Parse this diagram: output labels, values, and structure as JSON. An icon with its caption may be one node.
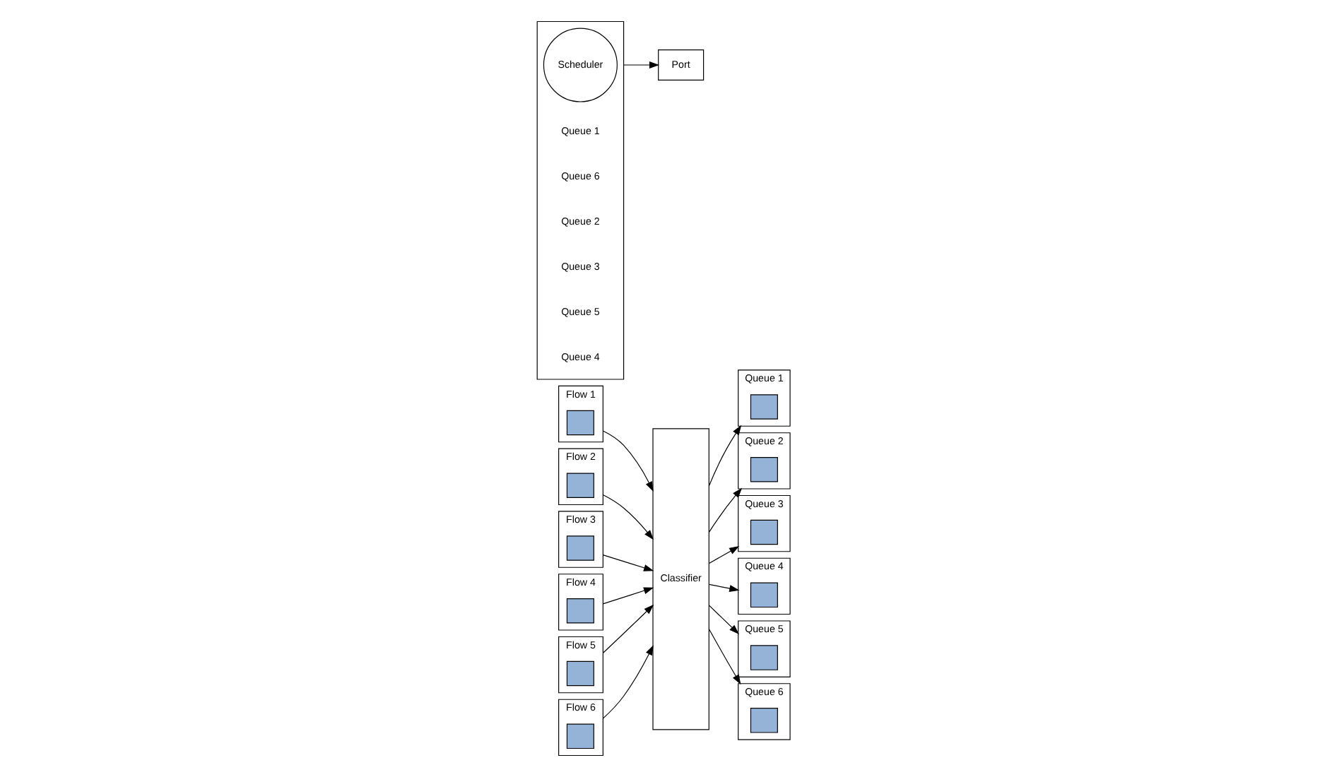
{
  "diagram": {
    "nodes": [
      {
        "text": [
          "Flow 1"
        ]
      },
      {
        "text": [],
        "shape": "box",
        "in": 0
      },
      {
        "text": [
          "Flow 2"
        ]
      },
      {
        "text": [],
        "shape": "box",
        "in": 2
      },
      {
        "text": [
          "Flow 3"
        ]
      },
      {
        "text": [],
        "shape": "box",
        "in": 4
      },
      {
        "text": [
          "Flow 4"
        ]
      },
      {
        "text": [],
        "shape": "box",
        "in": 6
      },
      {
        "text": [
          "Flow 5"
        ]
      },
      {
        "text": [],
        "shape": "box",
        "in": 8
      },
      {
        "text": [
          "Flow 6"
        ]
      },
      {
        "text": [],
        "shape": "box",
        "in": 10
      },
      {
        "text": [
          "Classifier"
        ]
      },
      {
        "text": [
          "Queue 1"
        ]
      },
      {
        "text": [],
        "shape": "box",
        "in": 13
      },
      {
        "text": [
          "Queue 2"
        ]
      },
      {
        "text": [],
        "shape": "box",
        "in": 15
      },
      {
        "text": [
          "Queue 3"
        ]
      },
      {
        "text": [],
        "shape": "box",
        "in": 17
      },
      {
        "text": [
          "Queue 4"
        ]
      },
      {
        "text": [],
        "shape": "box",
        "in": 19
      },
      {
        "text": [
          "Queue 5"
        ]
      },
      {
        "text": [],
        "shape": "box",
        "in": 21
      },
      {
        "text": [
          "Queue 6"
        ]
      },
      {
        "text": [],
        "shape": "box",
        "in": 23
      },
      {
        "text": [],
        "shape": "trapezoid"
      },
      {
        "text": [
          "Scheduler"
        ],
        "in": 25
      },
      {
        "text": [
          "Port"
        ]
      }
    ],
    "edges": [
      {
        "from": 0,
        "to": 12,
        "arrow": "to"
      },
      {
        "from": 2,
        "to": 12,
        "arrow": "to"
      },
      {
        "from": 4,
        "to": 12,
        "arrow": "to"
      },
      {
        "from": 6,
        "to": 12,
        "arrow": "to"
      },
      {
        "from": 8,
        "to": 12,
        "arrow": "to"
      },
      {
        "from": 10,
        "to": 12,
        "arrow": "to"
      },
      {
        "from": 12,
        "to": 13,
        "arrow": "to"
      },
      {
        "from": 12,
        "to": 15,
        "arrow": "to"
      },
      {
        "from": 12,
        "to": 17,
        "arrow": "to"
      },
      {
        "from": 12,
        "to": 19,
        "arrow": "to"
      },
      {
        "from": 12,
        "to": 21,
        "arrow": "to"
      },
      {
        "from": 12,
        "to": 23,
        "arrow": "to"
      },
      {
        "from": 25,
        "to": 27,
        "arrow": "to"
      }
    ],
    "labels": [
      "Queue 1",
      "Queue 6",
      "Queue 2",
      "Queue 3",
      "Queue 5",
      "Queue 4"
    ]
  }
}
